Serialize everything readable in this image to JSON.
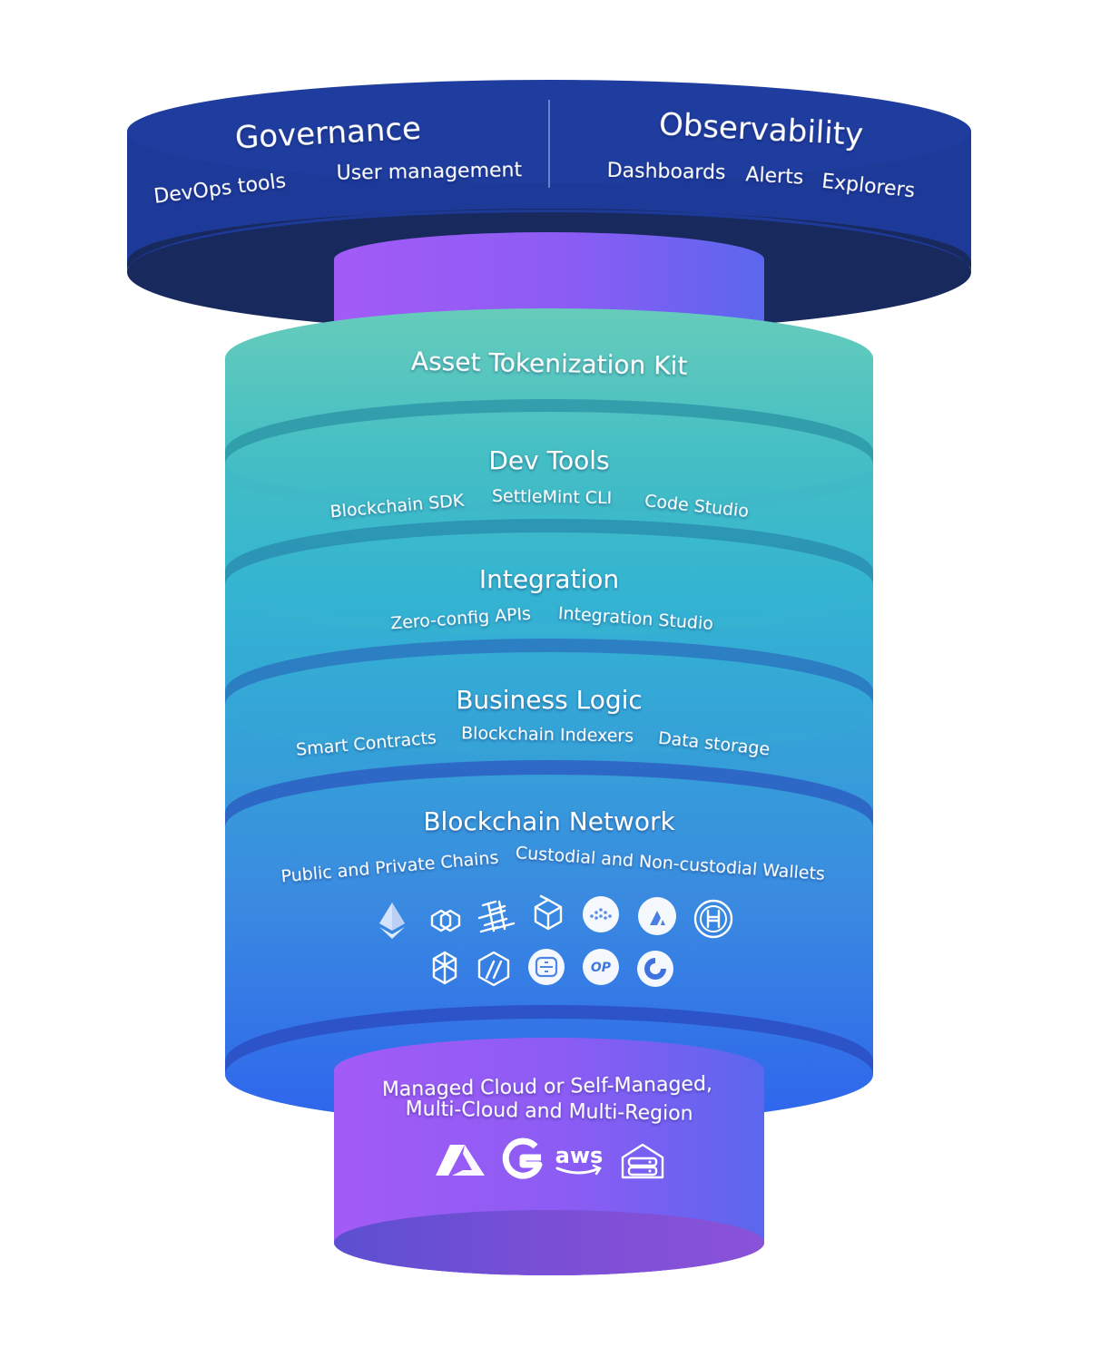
{
  "governance": {
    "title": "Governance",
    "items": [
      "DevOps tools",
      "User management"
    ]
  },
  "observability": {
    "title": "Observability",
    "items": [
      "Dashboards",
      "Alerts",
      "Explorers"
    ]
  },
  "layers": {
    "asset_tokenization": {
      "title": "Asset Tokenization Kit"
    },
    "dev_tools": {
      "title": "Dev Tools",
      "items": [
        "Blockchain SDK",
        "SettleMint CLI",
        "Code Studio"
      ]
    },
    "integration": {
      "title": "Integration",
      "items": [
        "Zero-config APIs",
        "Integration Studio"
      ]
    },
    "business_logic": {
      "title": "Business Logic",
      "items": [
        "Smart Contracts",
        "Blockchain Indexers",
        "Data storage"
      ]
    },
    "blockchain_network": {
      "title": "Blockchain Network",
      "items": [
        "Public and Private Chains",
        "Custodial and Non-custodial Wallets"
      ],
      "chain_icons": [
        "ethereum-icon",
        "polygon-icon",
        "hyperledger-fabric-icon",
        "hyperledger-besu-icon",
        "ipfs-cluster-icon",
        "avalanche-icon",
        "hedera-icon",
        "fantom-icon",
        "arbitrum-icon",
        "blockchain-box-icon",
        "optimism-icon",
        "celo-icon"
      ],
      "op_label": "OP"
    }
  },
  "deployment": {
    "line1": "Managed Cloud or Self-Managed,",
    "line2": "Multi-Cloud and Multi-Region",
    "cloud_icons": [
      "azure-icon",
      "google-cloud-icon",
      "aws-icon",
      "on-premise-server-icon"
    ],
    "aws_label": "aws"
  },
  "colors": {
    "navy": "#1e3a9a",
    "navy_dark": "#18295e",
    "purple": "#9d5cf5",
    "blue_violet": "#5b67ee",
    "teal": "#62cbbb",
    "cyan": "#37b6cf",
    "azure": "#3d8ee0",
    "blue": "#3066ec"
  }
}
